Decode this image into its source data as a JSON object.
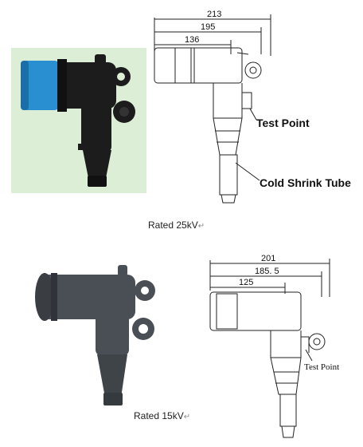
{
  "panels": [
    {
      "caption": "Rated 25kV",
      "return_mark": "↵",
      "dimensions": [
        "213",
        "195",
        "136"
      ],
      "callouts": {
        "test_point": "Test Point",
        "cold_shrink": "Cold Shrink Tube"
      }
    },
    {
      "caption": "Rated 15kV",
      "return_mark": "↵",
      "dimensions": [
        "201",
        "185. 5",
        "125"
      ],
      "callouts": {
        "test_point": "Test Point"
      }
    }
  ],
  "colors": {
    "body_black": "#1c1c1c",
    "blue_band": "#2a8fd0",
    "gray_body": "#4a4f55",
    "photo_bg": "#dcefd6"
  }
}
